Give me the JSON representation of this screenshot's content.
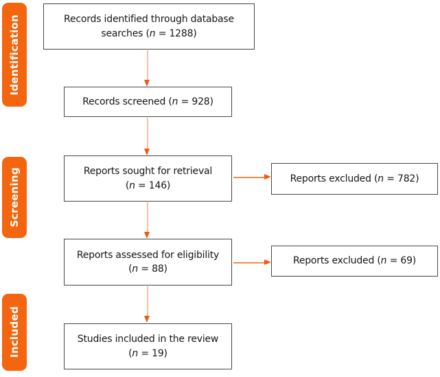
{
  "diagram_type": "prisma-flow-diagram",
  "stages": {
    "identification": {
      "label": "Identification"
    },
    "screening": {
      "label": "Screening"
    },
    "included": {
      "label": "Included"
    }
  },
  "boxes": {
    "identified": {
      "line1": "Records identified through database",
      "pre": "searches (",
      "n": "n",
      "post": " = 1288)"
    },
    "screened": {
      "line1": "",
      "pre": "Records screened (",
      "n": "n",
      "post": " = 928)"
    },
    "sought": {
      "line1": "Reports sought for retrieval",
      "pre": "(",
      "n": "n",
      "post": " = 146)"
    },
    "excluded1": {
      "line1": "",
      "pre": "Reports excluded (",
      "n": "n",
      "post": " = 782)"
    },
    "assessed": {
      "line1": "Reports assessed for eligibility",
      "pre": "(",
      "n": "n",
      "post": " = 88)"
    },
    "excluded2": {
      "line1": "",
      "pre": "Reports excluded (",
      "n": "n",
      "post": " = 69)"
    },
    "included": {
      "line1": "Studies included in the review",
      "pre": "(",
      "n": "n",
      "post": " = 19)"
    }
  },
  "counts": {
    "records_identified": 1288,
    "records_screened": 928,
    "reports_sought_for_retrieval": 146,
    "reports_excluded_after_screening": 782,
    "reports_assessed_for_eligibility": 88,
    "reports_excluded_after_eligibility": 69,
    "studies_included_in_review": 19
  },
  "colors": {
    "stage_label_bg": "#F3650E",
    "stage_label_text": "#FFFFFF",
    "box_border": "#454545",
    "box_text": "#141414",
    "arrow_line_vertical": "#FBC09A",
    "arrow_line_horizontal": "#F58A4C",
    "arrow_head": "#F2590F"
  }
}
